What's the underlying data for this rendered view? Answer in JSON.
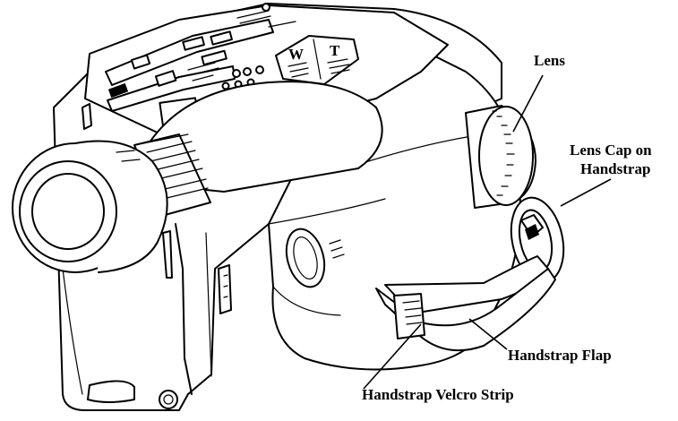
{
  "labels": {
    "lens": "Lens",
    "lens_cap_line1": "Lens Cap on",
    "lens_cap_line2": "Handstrap",
    "handstrap_flap": "Handstrap Flap",
    "handstrap_velcro_strip": "Handstrap Velcro Strip"
  },
  "zoom_rocker": {
    "w": "W",
    "t": "T"
  }
}
